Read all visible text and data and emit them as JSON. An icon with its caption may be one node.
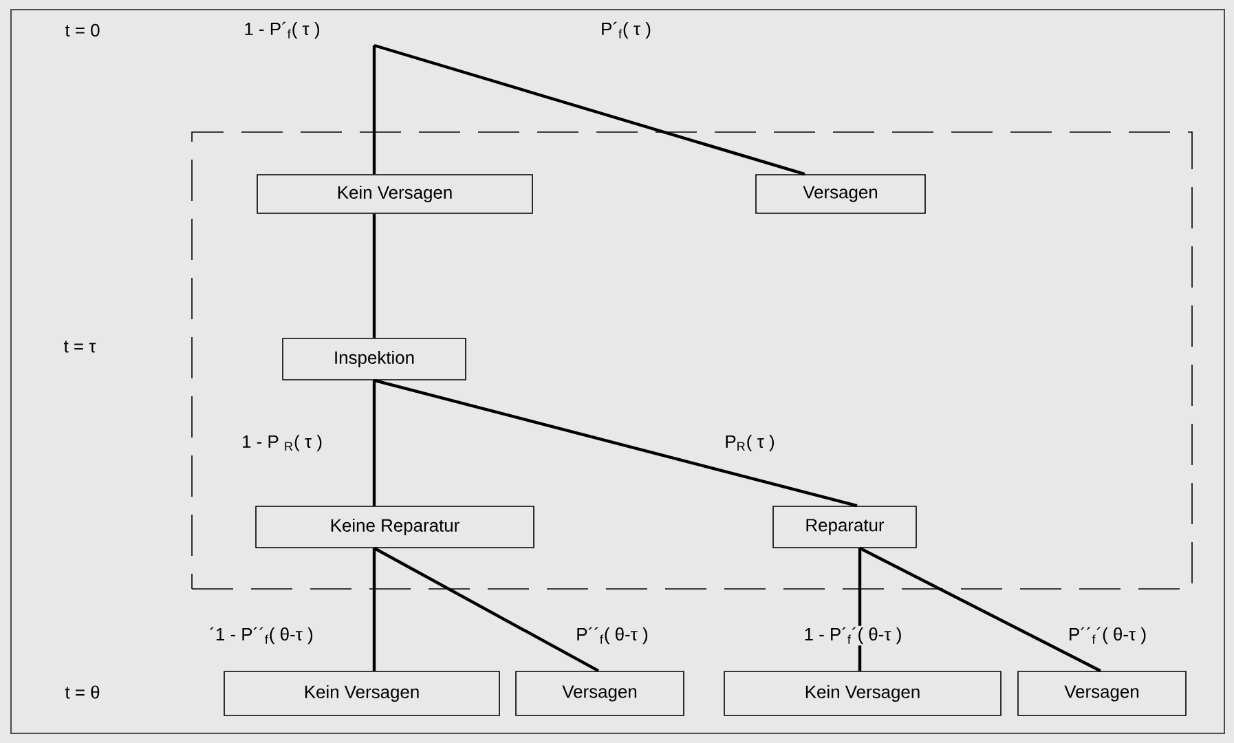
{
  "diagram": {
    "nodes": [
      {
        "text": [],
        "shape": "box"
      },
      {
        "text": [
          "Kein Versagen"
        ],
        "in": 0
      },
      {
        "text": [
          "Versagen"
        ],
        "in": 0
      },
      {
        "text": [
          "Inspektion"
        ],
        "in": 0
      },
      {
        "text": [
          "Keine Reparatur"
        ],
        "in": 0
      },
      {
        "text": [
          "Reparatur"
        ],
        "in": 0
      },
      {
        "text": [
          "Kein Versagen"
        ]
      },
      {
        "text": [
          "Versagen"
        ]
      },
      {
        "text": [
          "Kein Versagen"
        ]
      },
      {
        "text": [
          "Versagen"
        ]
      }
    ],
    "edges": [
      {
        "from": null,
        "to": 1,
        "arrow": "none",
        "label": "1 - P´$_{f}$( τ )"
      },
      {
        "from": null,
        "to": 2,
        "arrow": "none",
        "label": "P´$_{f}$( τ )"
      },
      {
        "from": 1,
        "to": 3,
        "arrow": "none"
      },
      {
        "from": 3,
        "to": 4,
        "arrow": "none",
        "label": "1 - P $_{R}$( τ )"
      },
      {
        "from": 3,
        "to": 5,
        "arrow": "none",
        "label": "P$_{R}$( τ )"
      },
      {
        "from": 4,
        "to": 6,
        "arrow": "none",
        "label": "´1 - P´´$_{f}$( θ-τ )"
      },
      {
        "from": 4,
        "to": 7,
        "arrow": "none",
        "label": "P´´$_{f}$( θ-τ )"
      },
      {
        "from": 5,
        "to": 8,
        "arrow": "none",
        "label": "1 - P´$_{f}$´( θ-τ )"
      },
      {
        "from": 5,
        "to": 9,
        "arrow": "none",
        "label": "P´´$_{f}$´( θ-τ )"
      }
    ],
    "labels": [
      "t = 0",
      "t = τ",
      "t = θ"
    ]
  }
}
